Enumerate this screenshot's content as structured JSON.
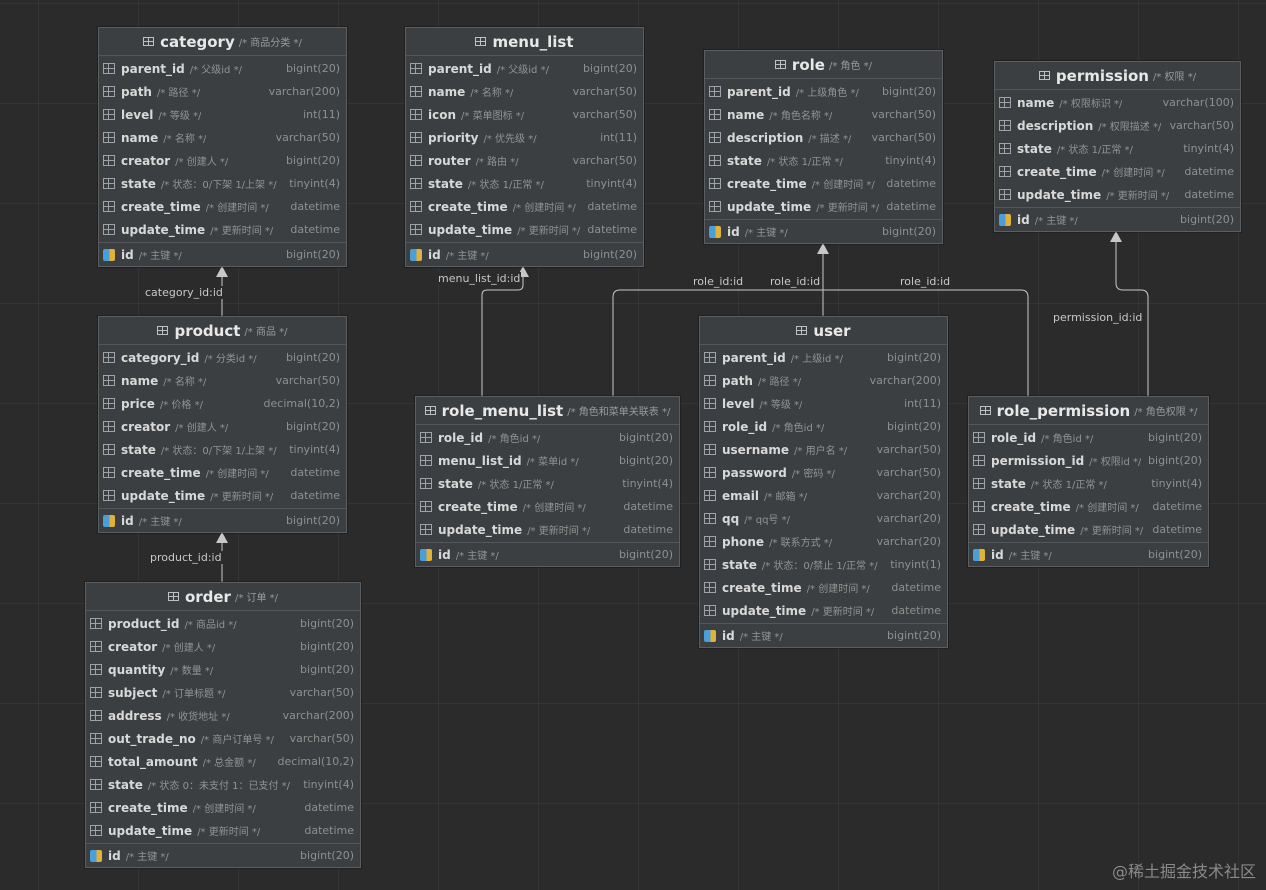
{
  "watermark": "@稀土掘金技术社区",
  "colors": {
    "background": "#2b2b2b",
    "entity_bg": "#3c3f41",
    "connector": "#c8c8c8",
    "key_icon_blue": "#4a9fd8",
    "key_icon_gold": "#e0b23a"
  },
  "tables": [
    {
      "id": "category",
      "name": "category",
      "comment": "/* 商品分类 */",
      "columns": [
        {
          "name": "parent_id",
          "comment": "/* 父级id */",
          "type": "bigint(20)"
        },
        {
          "name": "path",
          "comment": "/* 路径 */",
          "type": "varchar(200)"
        },
        {
          "name": "level",
          "comment": "/* 等级 */",
          "type": "int(11)"
        },
        {
          "name": "name",
          "comment": "/* 名称 */",
          "type": "varchar(50)"
        },
        {
          "name": "creator",
          "comment": "/* 创建人 */",
          "type": "bigint(20)"
        },
        {
          "name": "state",
          "comment": "/* 状态：0/下架 1/上架 */",
          "type": "tinyint(4)"
        },
        {
          "name": "create_time",
          "comment": "/* 创建时间 */",
          "type": "datetime"
        },
        {
          "name": "update_time",
          "comment": "/* 更新时间 */",
          "type": "datetime"
        }
      ],
      "pk": {
        "name": "id",
        "comment": "/* 主键 */",
        "type": "bigint(20)"
      }
    },
    {
      "id": "menu_list",
      "name": "menu_list",
      "comment": "",
      "columns": [
        {
          "name": "parent_id",
          "comment": "/* 父级id */",
          "type": "bigint(20)"
        },
        {
          "name": "name",
          "comment": "/* 名称 */",
          "type": "varchar(50)"
        },
        {
          "name": "icon",
          "comment": "/* 菜单图标 */",
          "type": "varchar(50)"
        },
        {
          "name": "priority",
          "comment": "/* 优先级 */",
          "type": "int(11)"
        },
        {
          "name": "router",
          "comment": "/* 路由 */",
          "type": "varchar(50)"
        },
        {
          "name": "state",
          "comment": "/* 状态 1/正常 */",
          "type": "tinyint(4)"
        },
        {
          "name": "create_time",
          "comment": "/* 创建时间 */",
          "type": "datetime"
        },
        {
          "name": "update_time",
          "comment": "/* 更新时间 */",
          "type": "datetime"
        }
      ],
      "pk": {
        "name": "id",
        "comment": "/* 主键 */",
        "type": "bigint(20)"
      }
    },
    {
      "id": "role",
      "name": "role",
      "comment": "/* 角色 */",
      "columns": [
        {
          "name": "parent_id",
          "comment": "/* 上级角色 */",
          "type": "bigint(20)"
        },
        {
          "name": "name",
          "comment": "/* 角色名称 */",
          "type": "varchar(50)"
        },
        {
          "name": "description",
          "comment": "/* 描述 */",
          "type": "varchar(50)"
        },
        {
          "name": "state",
          "comment": "/* 状态 1/正常 */",
          "type": "tinyint(4)"
        },
        {
          "name": "create_time",
          "comment": "/* 创建时间 */",
          "type": "datetime"
        },
        {
          "name": "update_time",
          "comment": "/* 更新时间 */",
          "type": "datetime"
        }
      ],
      "pk": {
        "name": "id",
        "comment": "/* 主键 */",
        "type": "bigint(20)"
      }
    },
    {
      "id": "permission",
      "name": "permission",
      "comment": "/* 权限 */",
      "columns": [
        {
          "name": "name",
          "comment": "/* 权限标识 */",
          "type": "varchar(100)"
        },
        {
          "name": "description",
          "comment": "/* 权限描述 */",
          "type": "varchar(50)"
        },
        {
          "name": "state",
          "comment": "/* 状态 1/正常 */",
          "type": "tinyint(4)"
        },
        {
          "name": "create_time",
          "comment": "/* 创建时间 */",
          "type": "datetime"
        },
        {
          "name": "update_time",
          "comment": "/* 更新时间 */",
          "type": "datetime"
        }
      ],
      "pk": {
        "name": "id",
        "comment": "/* 主键 */",
        "type": "bigint(20)"
      }
    },
    {
      "id": "product",
      "name": "product",
      "comment": "/* 商品 */",
      "columns": [
        {
          "name": "category_id",
          "comment": "/* 分类id */",
          "type": "bigint(20)"
        },
        {
          "name": "name",
          "comment": "/* 名称 */",
          "type": "varchar(50)"
        },
        {
          "name": "price",
          "comment": "/* 价格 */",
          "type": "decimal(10,2)"
        },
        {
          "name": "creator",
          "comment": "/* 创建人 */",
          "type": "bigint(20)"
        },
        {
          "name": "state",
          "comment": "/* 状态：0/下架 1/上架 */",
          "type": "tinyint(4)"
        },
        {
          "name": "create_time",
          "comment": "/* 创建时间 */",
          "type": "datetime"
        },
        {
          "name": "update_time",
          "comment": "/* 更新时间 */",
          "type": "datetime"
        }
      ],
      "pk": {
        "name": "id",
        "comment": "/* 主键 */",
        "type": "bigint(20)"
      }
    },
    {
      "id": "role_menu_list",
      "name": "role_menu_list",
      "comment": "/* 角色和菜单关联表 */",
      "columns": [
        {
          "name": "role_id",
          "comment": "/* 角色id */",
          "type": "bigint(20)"
        },
        {
          "name": "menu_list_id",
          "comment": "/* 菜单id */",
          "type": "bigint(20)"
        },
        {
          "name": "state",
          "comment": "/* 状态 1/正常 */",
          "type": "tinyint(4)"
        },
        {
          "name": "create_time",
          "comment": "/* 创建时间 */",
          "type": "datetime"
        },
        {
          "name": "update_time",
          "comment": "/* 更新时间 */",
          "type": "datetime"
        }
      ],
      "pk": {
        "name": "id",
        "comment": "/* 主键 */",
        "type": "bigint(20)"
      }
    },
    {
      "id": "user",
      "name": "user",
      "comment": "",
      "columns": [
        {
          "name": "parent_id",
          "comment": "/* 上级id */",
          "type": "bigint(20)"
        },
        {
          "name": "path",
          "comment": "/* 路径 */",
          "type": "varchar(200)"
        },
        {
          "name": "level",
          "comment": "/* 等级 */",
          "type": "int(11)"
        },
        {
          "name": "role_id",
          "comment": "/* 角色id */",
          "type": "bigint(20)"
        },
        {
          "name": "username",
          "comment": "/* 用户名 */",
          "type": "varchar(50)"
        },
        {
          "name": "password",
          "comment": "/* 密码 */",
          "type": "varchar(50)"
        },
        {
          "name": "email",
          "comment": "/* 邮箱 */",
          "type": "varchar(20)"
        },
        {
          "name": "qq",
          "comment": "/* qq号 */",
          "type": "varchar(20)"
        },
        {
          "name": "phone",
          "comment": "/* 联系方式 */",
          "type": "varchar(20)"
        },
        {
          "name": "state",
          "comment": "/* 状态：0/禁止 1/正常 */",
          "type": "tinyint(1)"
        },
        {
          "name": "create_time",
          "comment": "/* 创建时间 */",
          "type": "datetime"
        },
        {
          "name": "update_time",
          "comment": "/* 更新时间 */",
          "type": "datetime"
        }
      ],
      "pk": {
        "name": "id",
        "comment": "/* 主键 */",
        "type": "bigint(20)"
      }
    },
    {
      "id": "role_permission",
      "name": "role_permission",
      "comment": "/* 角色权限 */",
      "columns": [
        {
          "name": "role_id",
          "comment": "/* 角色id */",
          "type": "bigint(20)"
        },
        {
          "name": "permission_id",
          "comment": "/* 权限id */",
          "type": "bigint(20)"
        },
        {
          "name": "state",
          "comment": "/* 状态 1/正常 */",
          "type": "tinyint(4)"
        },
        {
          "name": "create_time",
          "comment": "/* 创建时间 */",
          "type": "datetime"
        },
        {
          "name": "update_time",
          "comment": "/* 更新时间 */",
          "type": "datetime"
        }
      ],
      "pk": {
        "name": "id",
        "comment": "/* 主键 */",
        "type": "bigint(20)"
      }
    },
    {
      "id": "order",
      "name": "order",
      "comment": "/* 订单 */",
      "columns": [
        {
          "name": "product_id",
          "comment": "/* 商品id */",
          "type": "bigint(20)"
        },
        {
          "name": "creator",
          "comment": "/* 创建人 */",
          "type": "bigint(20)"
        },
        {
          "name": "quantity",
          "comment": "/* 数量 */",
          "type": "bigint(20)"
        },
        {
          "name": "subject",
          "comment": "/* 订单标题 */",
          "type": "varchar(50)"
        },
        {
          "name": "address",
          "comment": "/* 收货地址 */",
          "type": "varchar(200)"
        },
        {
          "name": "out_trade_no",
          "comment": "/* 商户订单号 */",
          "type": "varchar(50)"
        },
        {
          "name": "total_amount",
          "comment": "/* 总金额 */",
          "type": "decimal(10,2)"
        },
        {
          "name": "state",
          "comment": "/* 状态 0：未支付 1：已支付 */",
          "type": "tinyint(4)"
        },
        {
          "name": "create_time",
          "comment": "/* 创建时间 */",
          "type": "datetime"
        },
        {
          "name": "update_time",
          "comment": "/* 更新时间 */",
          "type": "datetime"
        }
      ],
      "pk": {
        "name": "id",
        "comment": "/* 主键 */",
        "type": "bigint(20)"
      }
    }
  ],
  "relations": [
    {
      "id": "product-category",
      "label": "category_id:id"
    },
    {
      "id": "order-product",
      "label": "product_id:id"
    },
    {
      "id": "rml-menu",
      "label": "menu_list_id:id"
    },
    {
      "id": "rml-role",
      "label": "role_id:id"
    },
    {
      "id": "user-role",
      "label": "role_id:id"
    },
    {
      "id": "rp-role",
      "label": "role_id:id"
    },
    {
      "id": "rp-permission",
      "label": "permission_id:id"
    }
  ]
}
